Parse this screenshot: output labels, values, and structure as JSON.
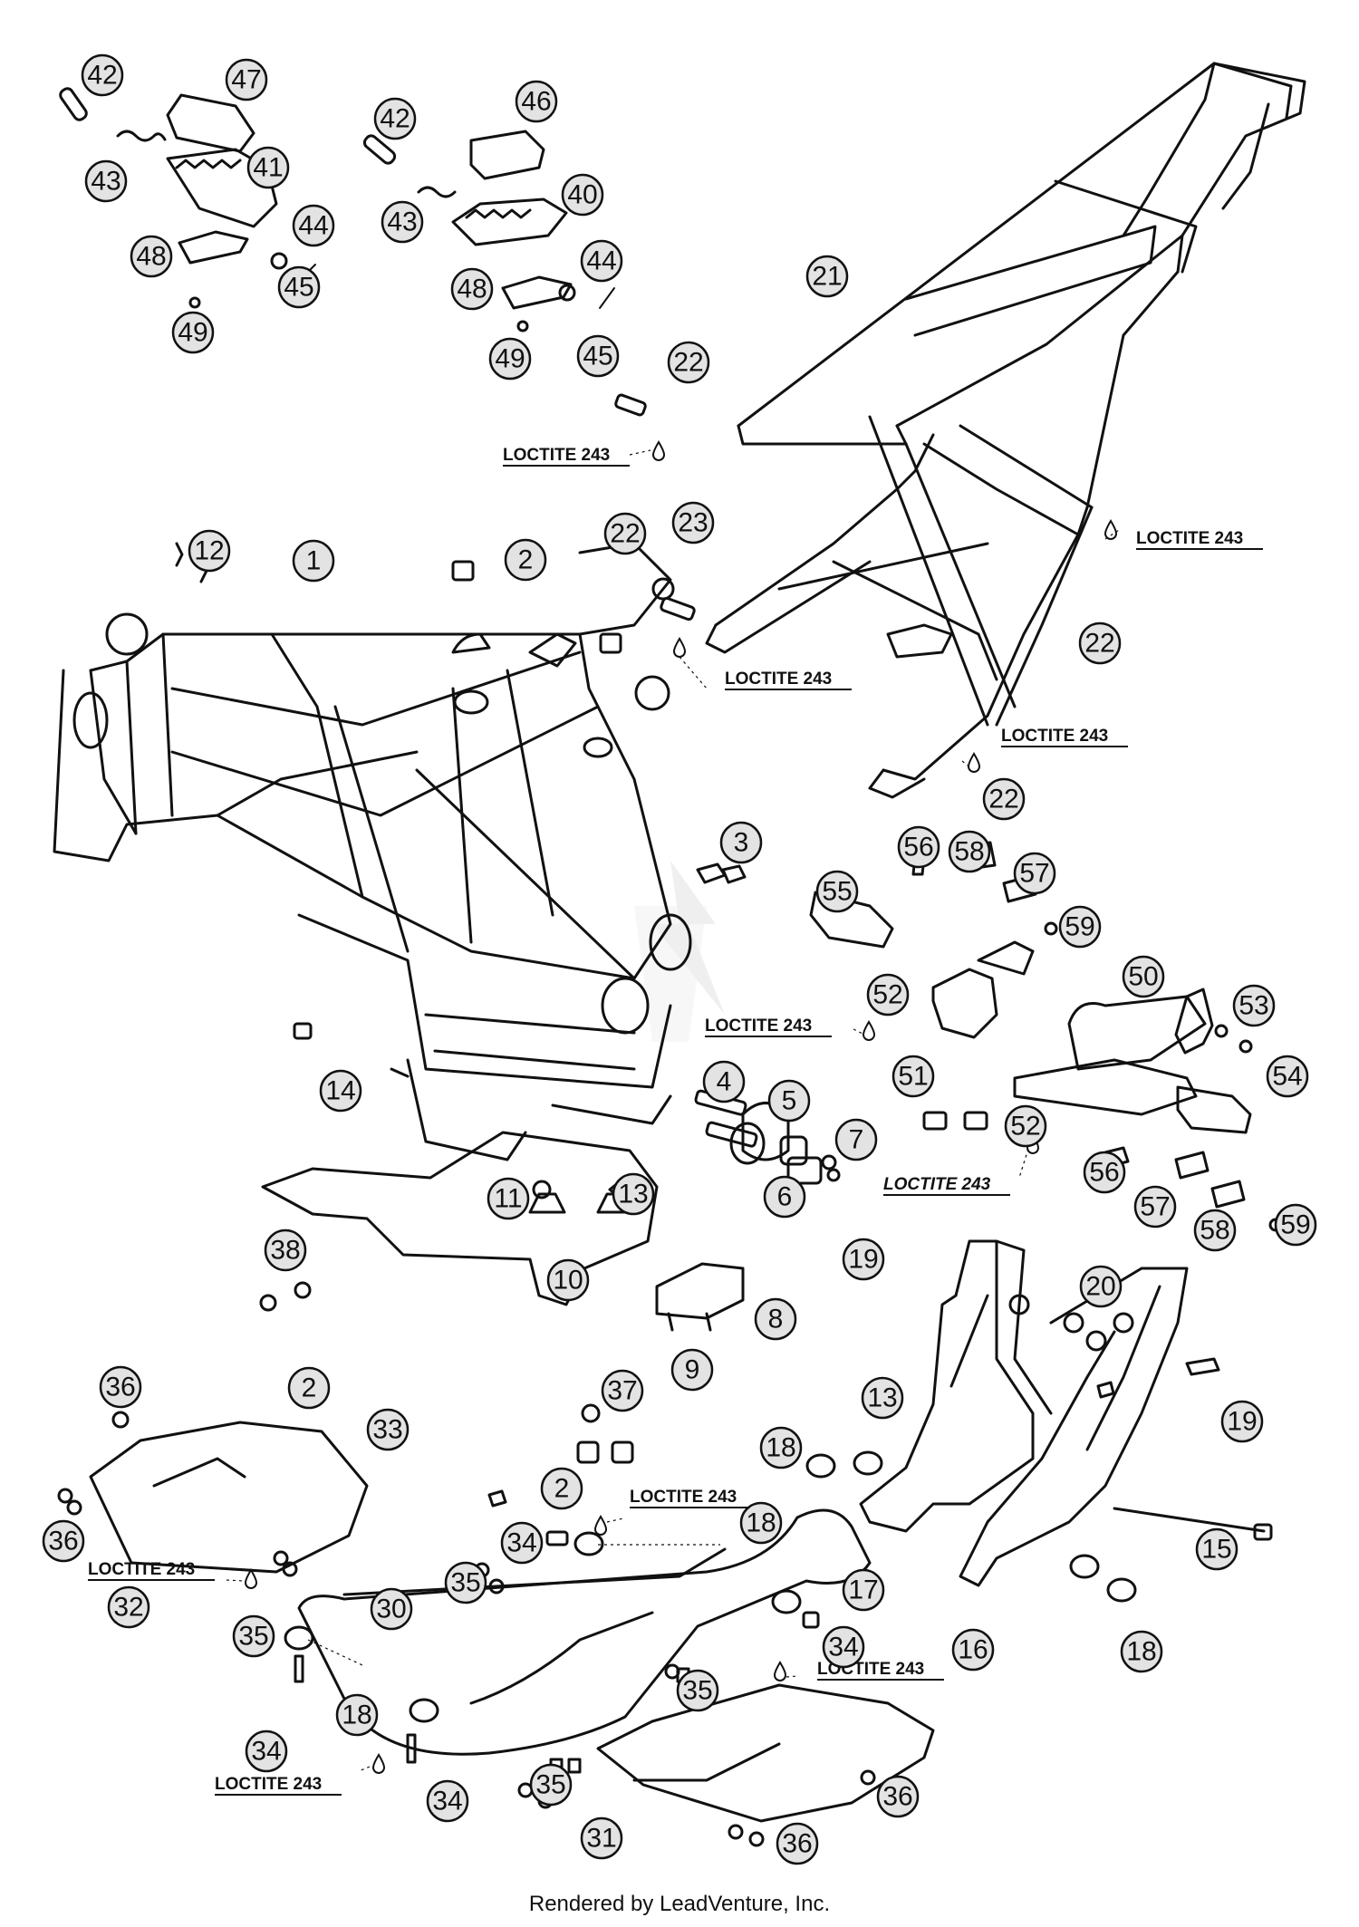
{
  "footer": "Rendered by LeadVenture, Inc.",
  "loctite_label": "LOCTITE 243",
  "callouts": [
    {
      "n": "42"
    },
    {
      "n": "47"
    },
    {
      "n": "43"
    },
    {
      "n": "41"
    },
    {
      "n": "44"
    },
    {
      "n": "48"
    },
    {
      "n": "45"
    },
    {
      "n": "49"
    },
    {
      "n": "42"
    },
    {
      "n": "46"
    },
    {
      "n": "43"
    },
    {
      "n": "40"
    },
    {
      "n": "44"
    },
    {
      "n": "48"
    },
    {
      "n": "49"
    },
    {
      "n": "45"
    },
    {
      "n": "21"
    },
    {
      "n": "22"
    },
    {
      "n": "12"
    },
    {
      "n": "1"
    },
    {
      "n": "2"
    },
    {
      "n": "22"
    },
    {
      "n": "23"
    },
    {
      "n": "22"
    },
    {
      "n": "22"
    },
    {
      "n": "3"
    },
    {
      "n": "56"
    },
    {
      "n": "58"
    },
    {
      "n": "57"
    },
    {
      "n": "55"
    },
    {
      "n": "59"
    },
    {
      "n": "50"
    },
    {
      "n": "52"
    },
    {
      "n": "53"
    },
    {
      "n": "51"
    },
    {
      "n": "54"
    },
    {
      "n": "14"
    },
    {
      "n": "4"
    },
    {
      "n": "5"
    },
    {
      "n": "52"
    },
    {
      "n": "7"
    },
    {
      "n": "6"
    },
    {
      "n": "56"
    },
    {
      "n": "57"
    },
    {
      "n": "58"
    },
    {
      "n": "59"
    },
    {
      "n": "11"
    },
    {
      "n": "13"
    },
    {
      "n": "10"
    },
    {
      "n": "38"
    },
    {
      "n": "8"
    },
    {
      "n": "9"
    },
    {
      "n": "19"
    },
    {
      "n": "20"
    },
    {
      "n": "36"
    },
    {
      "n": "2"
    },
    {
      "n": "33"
    },
    {
      "n": "37"
    },
    {
      "n": "13"
    },
    {
      "n": "19"
    },
    {
      "n": "18"
    },
    {
      "n": "2"
    },
    {
      "n": "36"
    },
    {
      "n": "34"
    },
    {
      "n": "18"
    },
    {
      "n": "15"
    },
    {
      "n": "17"
    },
    {
      "n": "32"
    },
    {
      "n": "35"
    },
    {
      "n": "30"
    },
    {
      "n": "35"
    },
    {
      "n": "34"
    },
    {
      "n": "16"
    },
    {
      "n": "18"
    },
    {
      "n": "35"
    },
    {
      "n": "18"
    },
    {
      "n": "34"
    },
    {
      "n": "35"
    },
    {
      "n": "36"
    },
    {
      "n": "34"
    },
    {
      "n": "31"
    },
    {
      "n": "36"
    }
  ]
}
